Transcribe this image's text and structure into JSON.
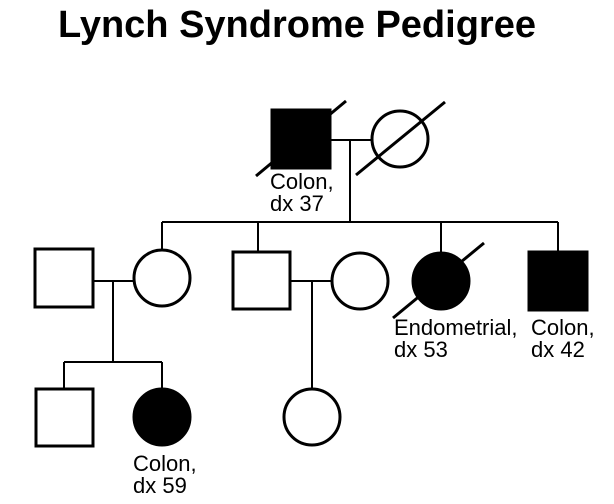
{
  "title": "Lynch Syndrome Pedigree",
  "diagram": {
    "type": "pedigree",
    "colors": {
      "affected_fill": "#000000",
      "unaffected_fill": "#ffffff",
      "line": "#000000",
      "background": "#ffffff"
    },
    "symbol_semantics": {
      "square": "male",
      "circle": "female",
      "filled": "affected",
      "slash": "deceased"
    }
  },
  "pedigree": {
    "generations": 3,
    "individuals": [
      {
        "id": "I-1",
        "generation": "I",
        "sex": "male",
        "affected": true,
        "deceased": true,
        "condition": "Colon",
        "diagnosis_age": 37,
        "label_lines": [
          "Colon,",
          "dx 37"
        ]
      },
      {
        "id": "I-2",
        "generation": "I",
        "sex": "female",
        "affected": false,
        "deceased": true,
        "label_lines": []
      },
      {
        "id": "II-1",
        "generation": "II",
        "sex": "male",
        "affected": false,
        "deceased": false,
        "label_lines": []
      },
      {
        "id": "II-2",
        "generation": "II",
        "sex": "female",
        "affected": false,
        "deceased": false,
        "label_lines": []
      },
      {
        "id": "II-3",
        "generation": "II",
        "sex": "male",
        "affected": false,
        "deceased": false,
        "label_lines": []
      },
      {
        "id": "II-4",
        "generation": "II",
        "sex": "female",
        "affected": false,
        "deceased": false,
        "label_lines": []
      },
      {
        "id": "II-5",
        "generation": "II",
        "sex": "female",
        "affected": true,
        "deceased": true,
        "condition": "Endometrial",
        "diagnosis_age": 53,
        "label_lines": [
          "Endometrial,",
          "dx 53"
        ]
      },
      {
        "id": "II-6",
        "generation": "II",
        "sex": "male",
        "affected": true,
        "deceased": false,
        "condition": "Colon",
        "diagnosis_age": 42,
        "label_lines": [
          "Colon,",
          "dx 42"
        ]
      },
      {
        "id": "III-1",
        "generation": "III",
        "sex": "male",
        "affected": false,
        "deceased": false,
        "label_lines": []
      },
      {
        "id": "III-2",
        "generation": "III",
        "sex": "female",
        "affected": true,
        "deceased": false,
        "condition": "Colon",
        "diagnosis_age": 59,
        "label_lines": [
          "Colon,",
          "dx 59"
        ]
      },
      {
        "id": "III-3",
        "generation": "III",
        "sex": "female",
        "affected": false,
        "deceased": false,
        "label_lines": []
      }
    ],
    "unions": [
      {
        "partners": [
          "I-1",
          "I-2"
        ],
        "children": [
          "II-2",
          "II-3",
          "II-5",
          "II-6"
        ]
      },
      {
        "partners": [
          "II-1",
          "II-2"
        ],
        "children": [
          "III-1",
          "III-2"
        ]
      },
      {
        "partners": [
          "II-3",
          "II-4"
        ],
        "children": [
          "III-3"
        ]
      }
    ]
  }
}
